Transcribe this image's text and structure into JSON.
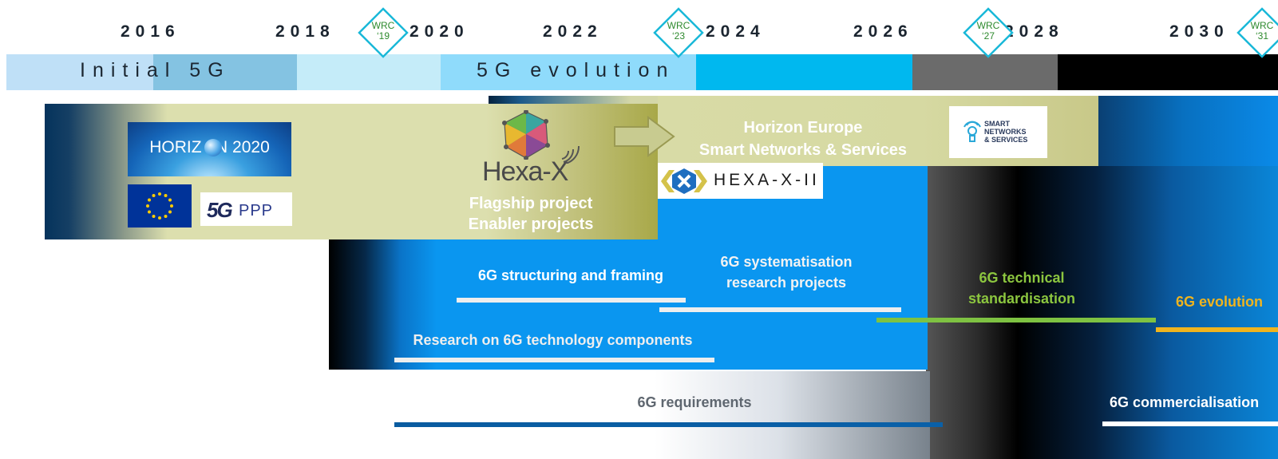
{
  "years": [
    "2016",
    "2018",
    "2020",
    "2022",
    "2024",
    "2026",
    "2028",
    "2030"
  ],
  "wrc": [
    {
      "label": "WRC",
      "year": "‘19"
    },
    {
      "label": "WRC",
      "year": "‘23"
    },
    {
      "label": "WRC",
      "year": "‘27"
    },
    {
      "label": "WRC",
      "year": "‘31"
    }
  ],
  "phases": {
    "initial": "Initial 5G",
    "evolution": "5G evolution"
  },
  "programmes": {
    "horizon2020": "HORIZ   N 2020",
    "ppp": "PPP",
    "ppp_mark": "5G",
    "hexax_logo": "Hexa-X",
    "hexax_text": [
      "Flagship project",
      "Enabler projects"
    ],
    "horizon_europe": [
      "Horizon Europe",
      "Smart Networks & Services"
    ],
    "sns_logo": [
      "SMART",
      "NETWORKS",
      "& SERVICES"
    ],
    "hexax2_logo": "HEXA-X-II"
  },
  "activities": {
    "structuring": "6G structuring and framing",
    "systematisation": [
      "6G systematisation",
      "research projects"
    ],
    "research": "Research on 6G technology components",
    "standardisation": [
      "6G technical",
      "standardisation"
    ],
    "evolution": "6G evolution",
    "requirements": "6G requirements",
    "commercialisation": "6G commercialisation"
  },
  "colors": {
    "wrc_diamond": "#19b8d8",
    "wrc_text": "#2e8a2e",
    "olive_panel": "#dcdfae",
    "blue_zone": "#0a96f0",
    "green_bar": "#7ec242",
    "yellow_bar": "#f0b41e",
    "dark_blue_bar": "#0a5ca0"
  }
}
